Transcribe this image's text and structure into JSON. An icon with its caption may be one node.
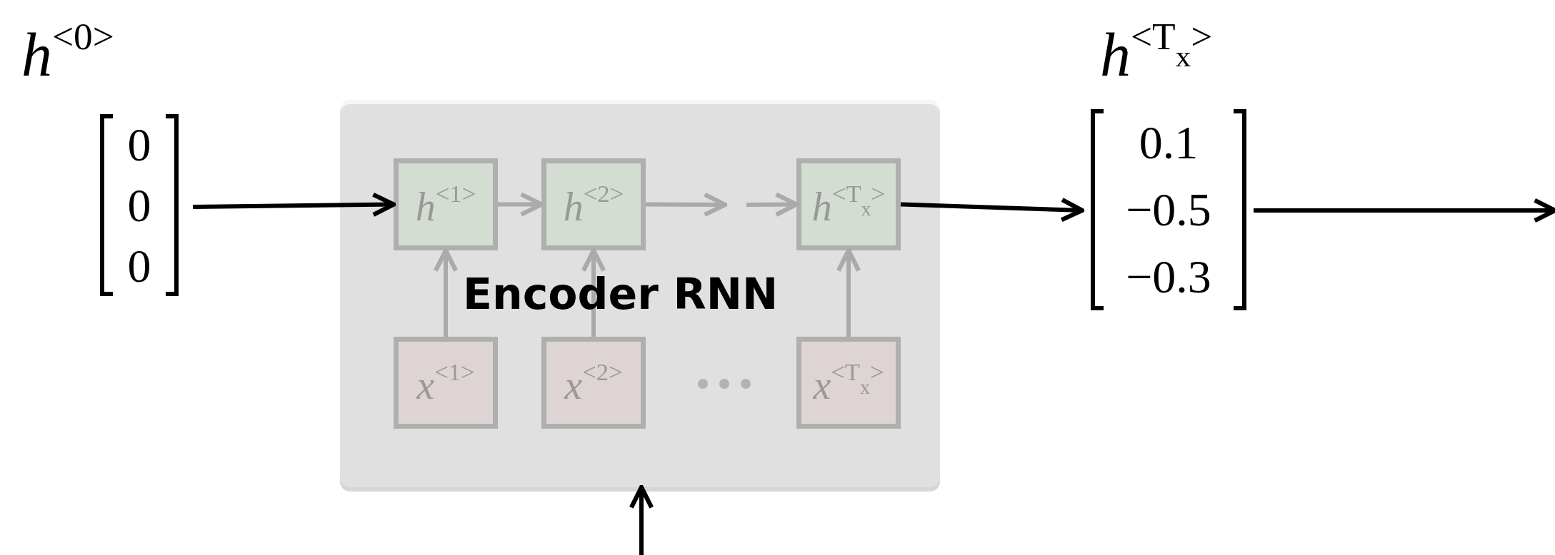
{
  "diagram": {
    "nodes": [
      {
        "text": [
          "*h*$^{<0>}$",
          "0",
          "0",
          "0"
        ]
      },
      {
        "text": [
          "Encoder RNN"
        ]
      },
      {
        "text": [
          "*h*$^{<1>}$"
        ],
        "in": 1
      },
      {
        "text": [
          "*h*$^{<2>}$"
        ],
        "in": 1
      },
      {
        "text": [
          "*h*$^{<T}$$_{x}$$^{>}$"
        ],
        "in": 1
      },
      {
        "text": [
          "*x*$^{<1>}$"
        ],
        "in": 1
      },
      {
        "text": [
          "*x*$^{<2>}$"
        ],
        "in": 1
      },
      {
        "text": [
          "*x*$^{<T}$$_{x}$$^{>}$"
        ],
        "in": 1
      },
      {
        "text": [
          "*h*$^{<T}$$_{x}$$^{>}$",
          "0.1",
          "−0.5",
          "−0.3"
        ]
      }
    ],
    "edges": [
      {
        "from": 0,
        "to": 2,
        "arrow": "to",
        "color": "#000000"
      },
      {
        "from": 2,
        "to": 3,
        "arrow": "to"
      },
      {
        "from": 3,
        "to": null,
        "arrow": "to"
      },
      {
        "from": null,
        "to": 4,
        "arrow": "to"
      },
      {
        "from": 4,
        "to": 8,
        "arrow": "to",
        "color": "#000000"
      },
      {
        "from": 8,
        "to": null,
        "arrow": "to",
        "color": "#000000"
      },
      {
        "from": 5,
        "to": 2,
        "arrow": "to"
      },
      {
        "from": 6,
        "to": 3,
        "arrow": "to"
      },
      {
        "from": 7,
        "to": 4,
        "arrow": "to"
      },
      {
        "from": null,
        "to": 1,
        "arrow": "to",
        "color": "#000000"
      }
    ]
  }
}
